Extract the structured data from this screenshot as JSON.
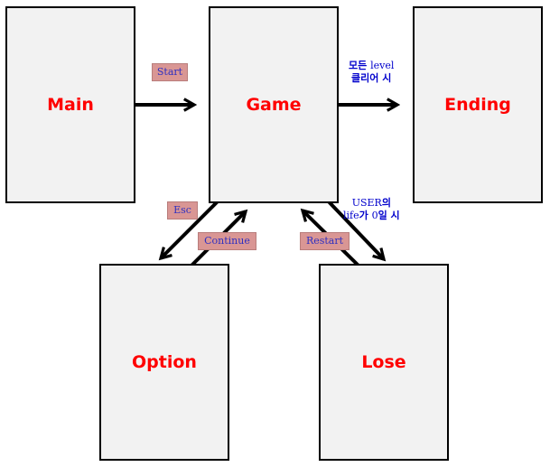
{
  "screens": {
    "main": "Main",
    "game": "Game",
    "ending": "Ending",
    "option": "Option",
    "lose": "Lose"
  },
  "transitions": {
    "start": "Start",
    "esc": "Esc",
    "continue": "Continue",
    "restart": "Restart"
  },
  "conditions": {
    "level_clear": {
      "line1_a": "모든 ",
      "line1_b": "level",
      "line2": "클리어 시"
    },
    "life_zero": {
      "line1_a": "USER",
      "line1_b": "의",
      "line2_a": "life",
      "line2_b": "가 ",
      "line2_c": "0",
      "line2_d": "일 시"
    }
  },
  "colors": {
    "screen_fill": "#f2f2f2",
    "screen_label": "#ff0000",
    "tag_fill": "#d99694",
    "tag_text": "#3030c0",
    "condition_text": "#0000cc",
    "arrow": "#000000"
  }
}
